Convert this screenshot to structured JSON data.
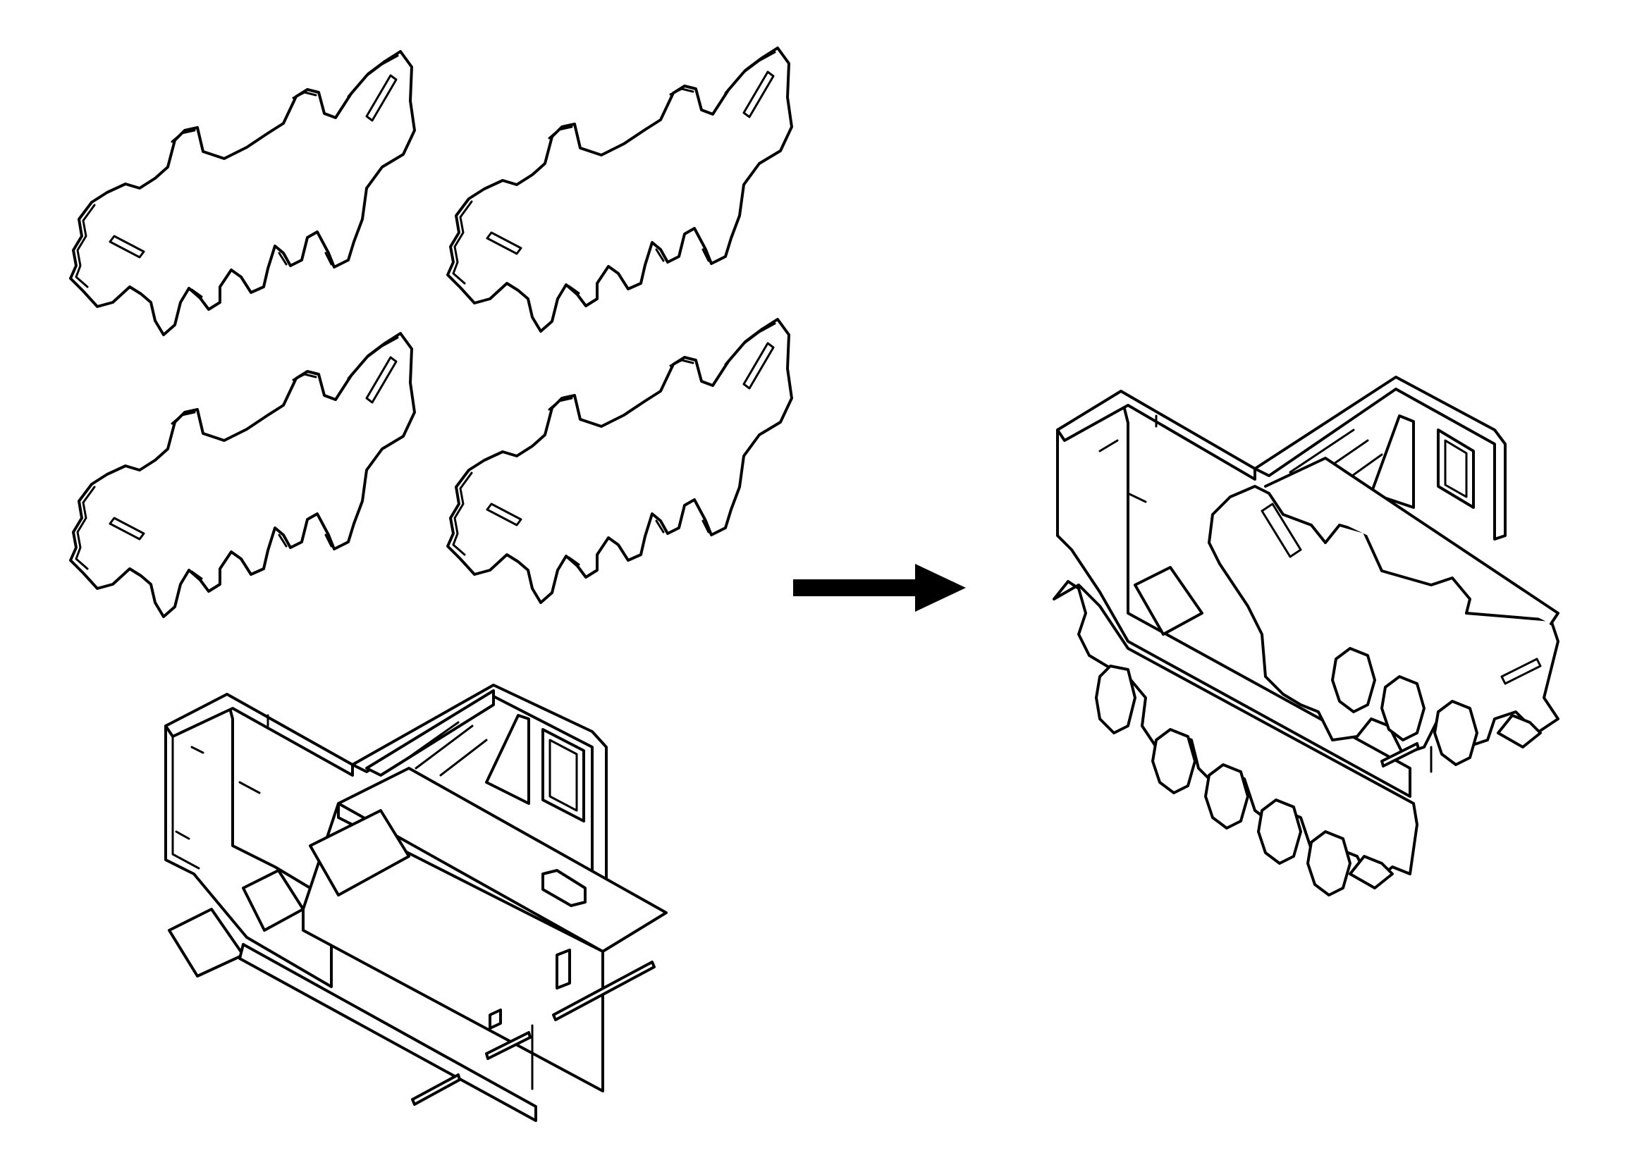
{
  "figure": {
    "description_visible_text": "",
    "panels": [
      {
        "id": "track-plates",
        "count": 4,
        "icon": "track-plate-icon"
      },
      {
        "id": "base-chassis",
        "icon": "chassis-icon"
      },
      {
        "id": "assembled-vehicle",
        "icon": "assembled-tank-icon"
      }
    ],
    "arrow": {
      "icon": "arrow-right-icon",
      "direction": "right"
    },
    "colors": {
      "ink": "#000000",
      "paper": "#ffffff"
    }
  }
}
